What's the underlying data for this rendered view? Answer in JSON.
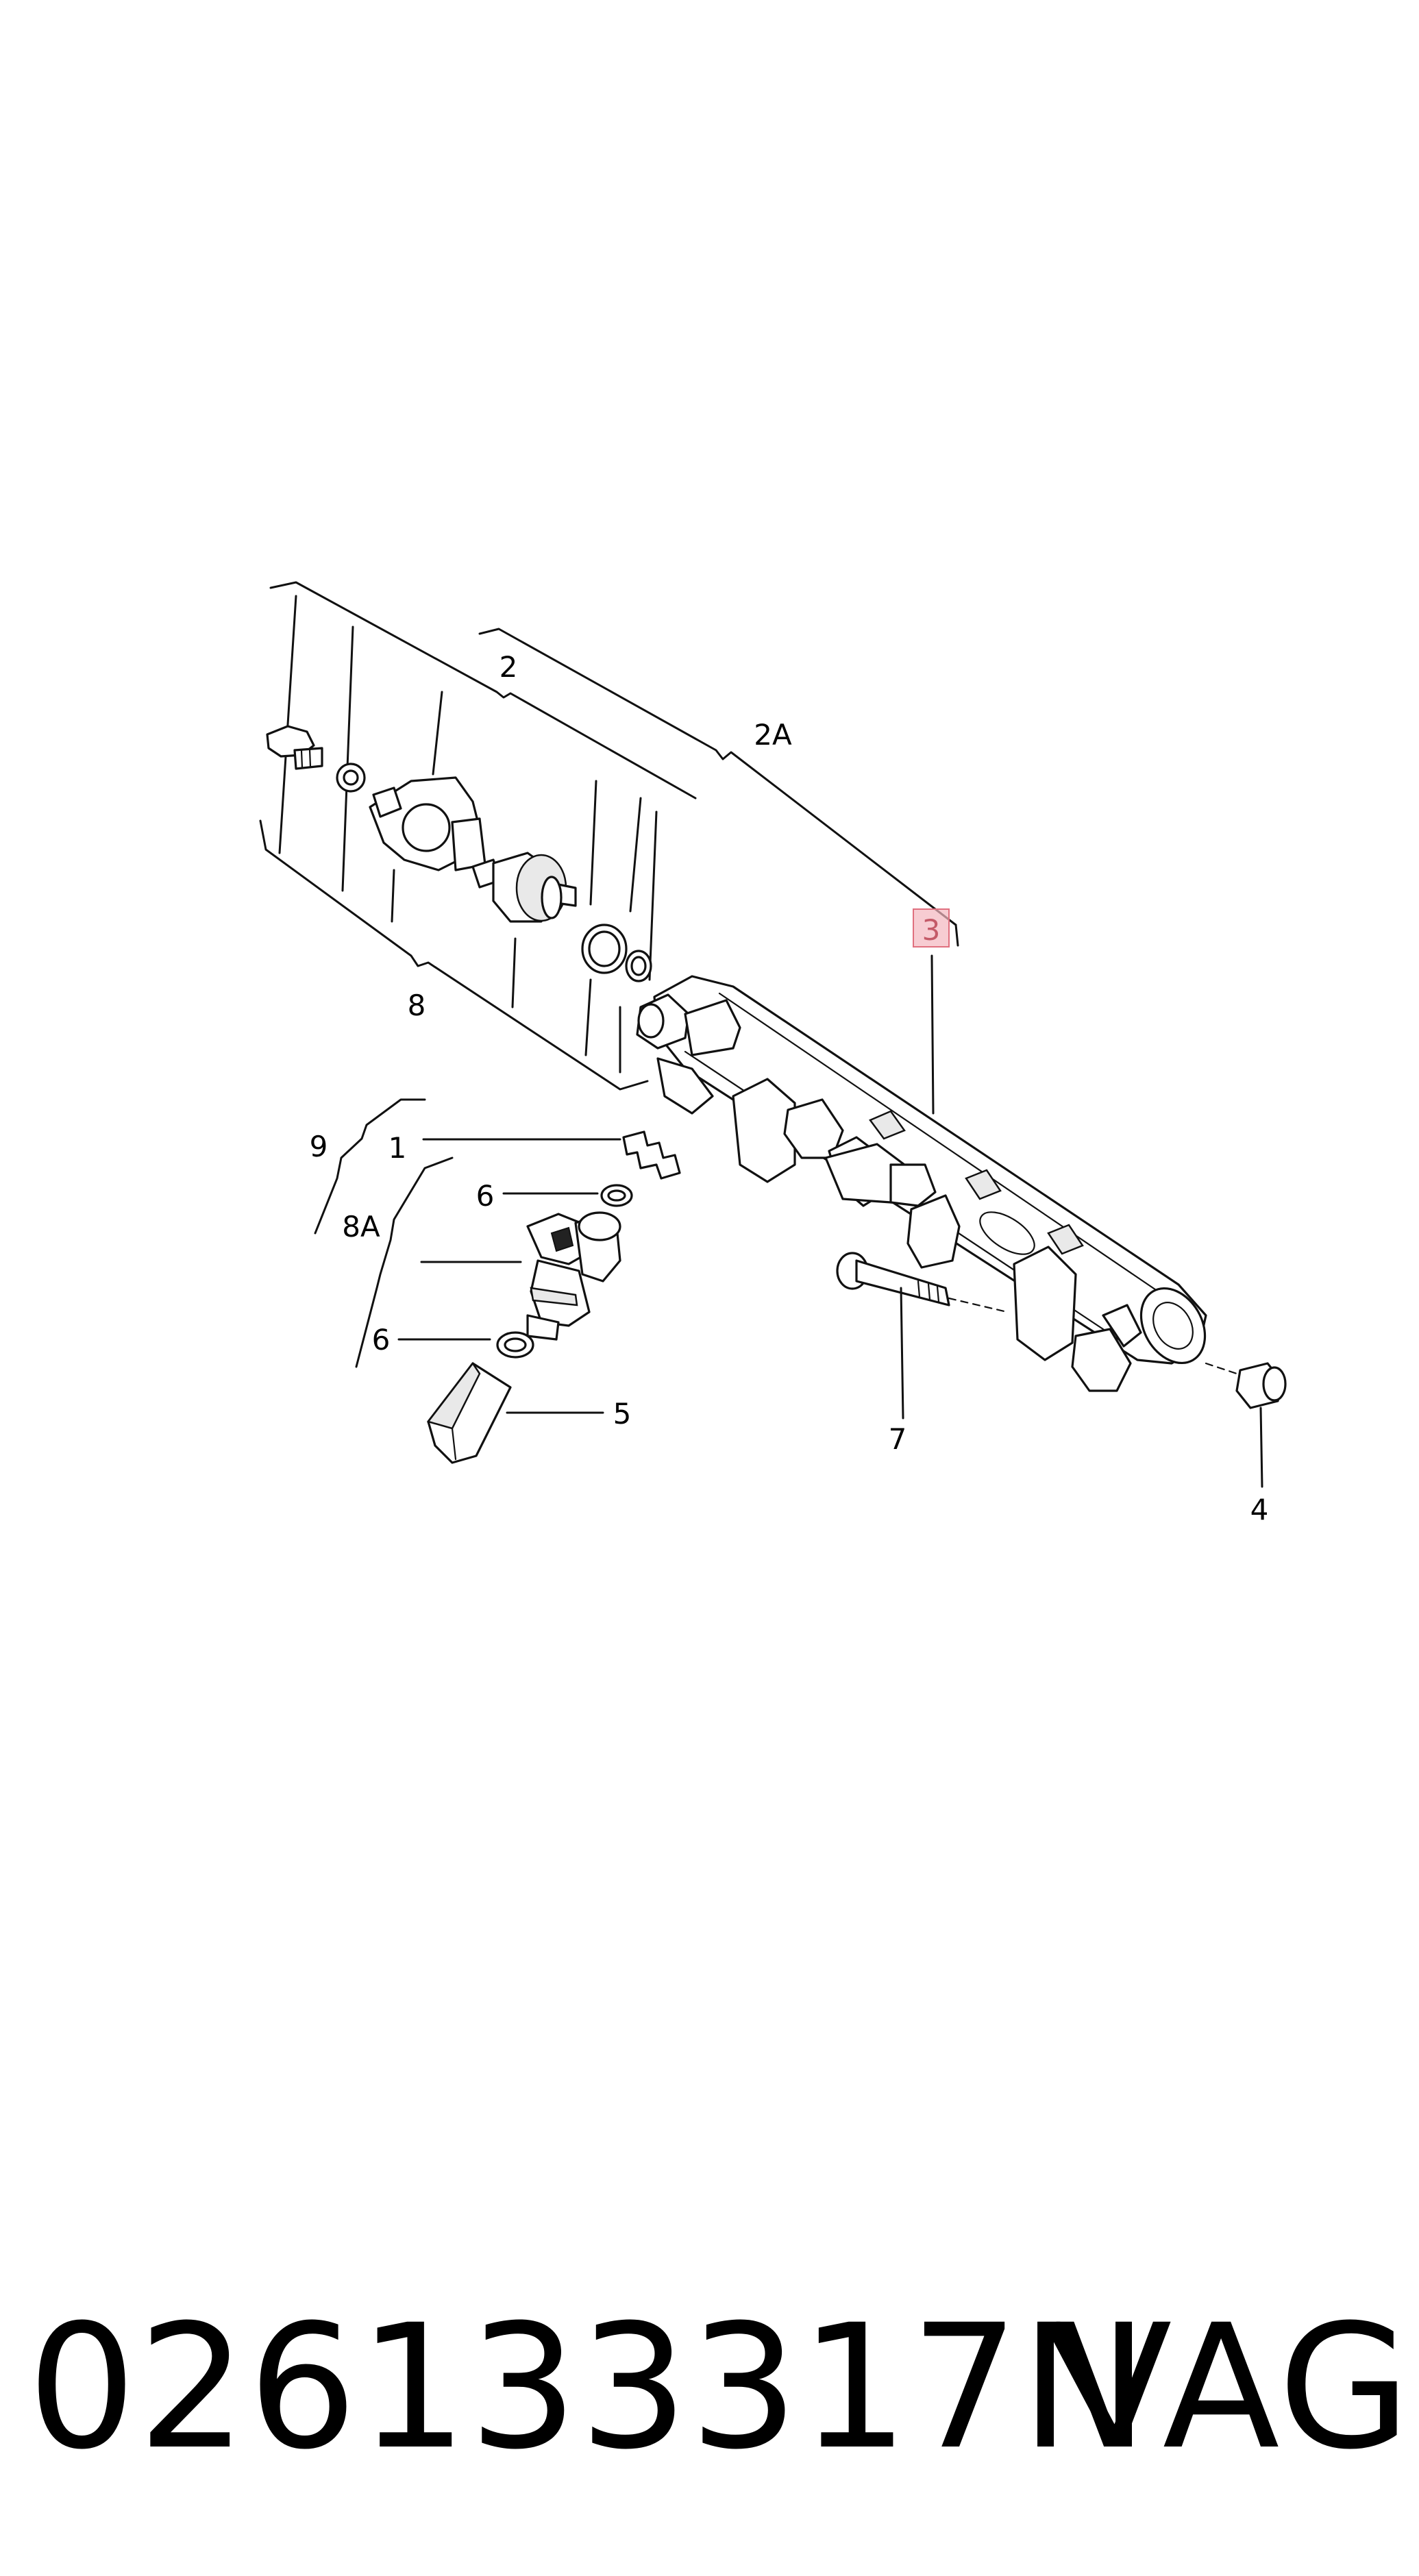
{
  "diagram": {
    "callouts": {
      "c1": "1",
      "c2": "2",
      "c2a": "2A",
      "c3": "3",
      "c4": "4",
      "c5": "5",
      "c6a": "6",
      "c6b": "6",
      "c7": "7",
      "c8": "8",
      "c8a": "8A",
      "c9": "9"
    },
    "highlighted_callout": "3",
    "highlight_color": "#f4b6bf"
  },
  "footer": {
    "part_number": "026133317N",
    "brand": "VAG"
  }
}
